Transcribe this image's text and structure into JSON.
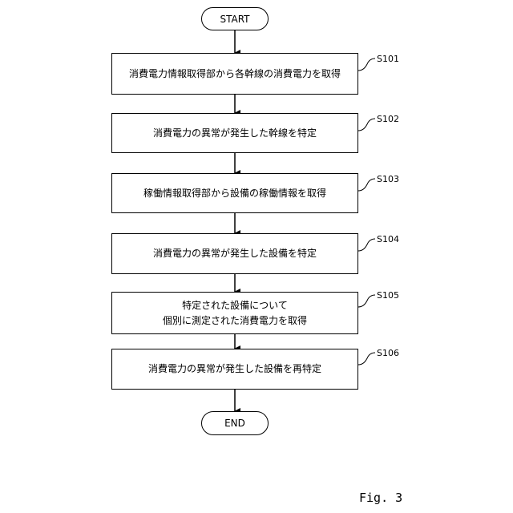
{
  "flowchart": {
    "start_label": "START",
    "end_label": "END",
    "steps": [
      {
        "id": "S101",
        "lines": [
          "消費電力情報取得部から各幹線の消費電力を取得"
        ]
      },
      {
        "id": "S102",
        "lines": [
          "消費電力の異常が発生した幹線を特定"
        ]
      },
      {
        "id": "S103",
        "lines": [
          "稼働情報取得部から設備の稼働情報を取得"
        ]
      },
      {
        "id": "S104",
        "lines": [
          "消費電力の異常が発生した設備を特定"
        ]
      },
      {
        "id": "S105",
        "lines": [
          "特定された設備について",
          "個別に測定された消費電力を取得"
        ]
      },
      {
        "id": "S106",
        "lines": [
          "消費電力の異常が発生した設備を再特定"
        ]
      }
    ]
  },
  "caption": "Fig. 3"
}
